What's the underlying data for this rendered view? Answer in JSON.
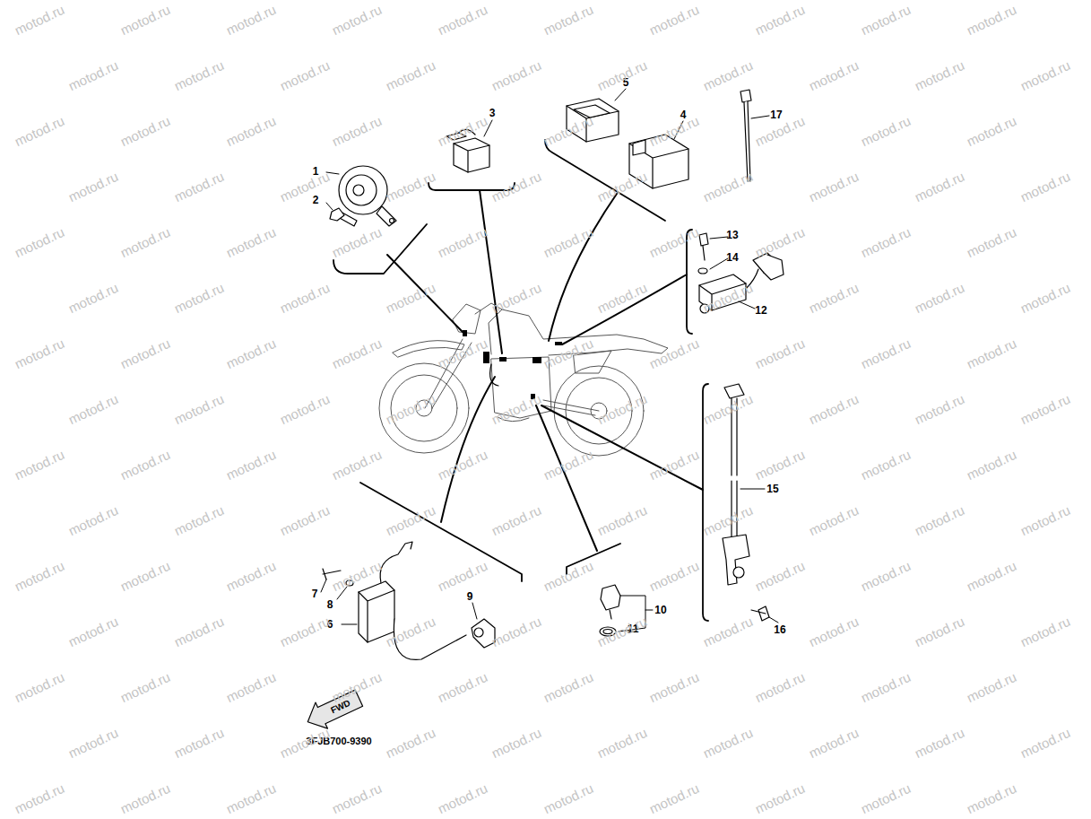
{
  "diagram": {
    "labels": [
      "1",
      "2",
      "3",
      "4",
      "5",
      "6",
      "7",
      "8",
      "9",
      "10",
      "11",
      "12",
      "13",
      "14",
      "15",
      "16",
      "17",
      "3FJB700-9390",
      "FWD",
      "motod.ru",
      "motod.ru",
      "motod.ru",
      "motod.ru",
      "motod.ru",
      "motod.ru",
      "motod.ru",
      "motod.ru",
      "motod.ru",
      "motod.ru",
      "motod.ru",
      "motod.ru",
      "motod.ru",
      "motod.ru",
      "motod.ru",
      "motod.ru",
      "motod.ru",
      "motod.ru",
      "motod.ru",
      "motod.ru",
      "motod.ru",
      "motod.ru",
      "motod.ru",
      "motod.ru",
      "motod.ru",
      "motod.ru",
      "motod.ru",
      "motod.ru",
      "motod.ru",
      "motod.ru",
      "motod.ru",
      "motod.ru",
      "motod.ru",
      "motod.ru",
      "motod.ru",
      "motod.ru",
      "motod.ru",
      "motod.ru",
      "motod.ru",
      "motod.ru",
      "motod.ru",
      "motod.ru",
      "motod.ru",
      "motod.ru",
      "motod.ru",
      "motod.ru",
      "motod.ru",
      "motod.ru",
      "motod.ru",
      "motod.ru",
      "motod.ru",
      "motod.ru",
      "motod.ru",
      "motod.ru",
      "motod.ru",
      "motod.ru",
      "motod.ru",
      "motod.ru",
      "motod.ru",
      "motod.ru",
      "motod.ru",
      "motod.ru",
      "motod.ru",
      "motod.ru",
      "motod.ru",
      "motod.ru",
      "motod.ru",
      "motod.ru",
      "motod.ru",
      "motod.ru",
      "motod.ru",
      "motod.ru",
      "motod.ru",
      "motod.ru",
      "motod.ru",
      "motod.ru",
      "motod.ru",
      "motod.ru",
      "motod.ru",
      "motod.ru",
      "motod.ru",
      "motod.ru",
      "motod.ru",
      "motod.ru",
      "motod.ru",
      "motod.ru",
      "motod.ru",
      "motod.ru",
      "motod.ru",
      "motod.ru",
      "motod.ru",
      "motod.ru",
      "motod.ru",
      "motod.ru",
      "motod.ru",
      "motod.ru",
      "motod.ru",
      "motod.ru",
      "motod.ru",
      "motod.ru",
      "motod.ru",
      "motod.ru",
      "motod.ru",
      "motod.ru",
      "motod.ru",
      "motod.ru",
      "motod.ru",
      "motod.ru",
      "motod.ru",
      "motod.ru",
      "motod.ru",
      "motod.ru",
      "motod.ru",
      "motod.ru",
      "motod.ru",
      "motod.ru",
      "motod.ru",
      "motod.ru",
      "motod.ru",
      "motod.ru",
      "motod.ru",
      "motod.ru",
      "motod.ru",
      "motod.ru",
      "motod.ru",
      "motod.ru",
      "motod.ru",
      "motod.ru",
      "motod.ru",
      "motod.ru",
      "motod.ru",
      "motod.ru",
      "motod.ru",
      "motod.ru",
      "motod.ru",
      "motod.ru",
      "motod.ru",
      "motod.ru",
      "motod.ru",
      "motod.ru",
      "motod.ru",
      "motod.ru",
      "motod.ru",
      "motod.ru",
      "motod.ru",
      "motod.ru",
      "motod.ru",
      "motod.ru",
      "motod.ru",
      "motod.ru"
    ]
  }
}
